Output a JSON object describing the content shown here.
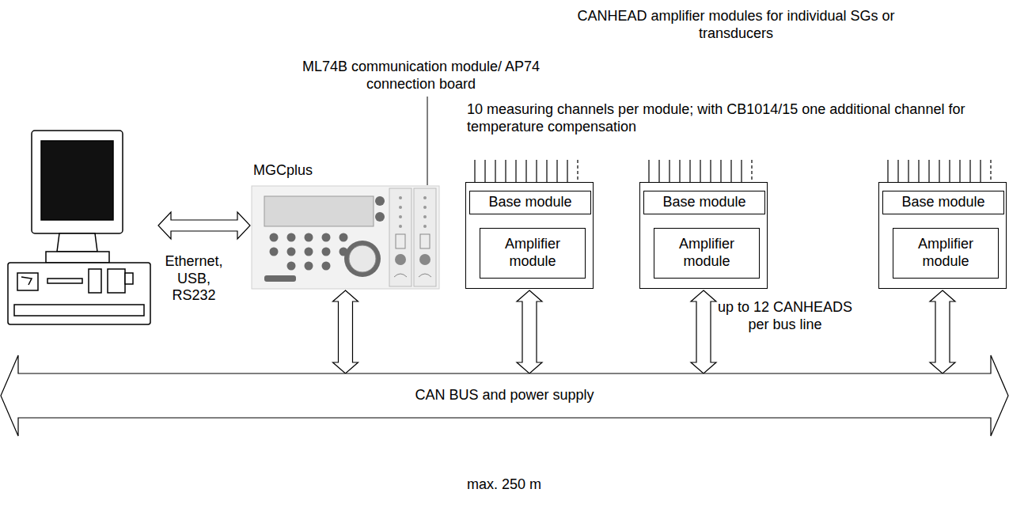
{
  "diagram": {
    "nodes": [
      {
        "text": [
          "MGCplus"
        ]
      },
      {
        "text": []
      },
      {
        "text": [
          "Base module"
        ],
        "in": 1
      },
      {
        "text": [
          "Amplifier module"
        ],
        "in": 1
      },
      {
        "text": []
      },
      {
        "text": [
          "Base module"
        ],
        "in": 4
      },
      {
        "text": [
          "Amplifier module"
        ],
        "in": 4
      },
      {
        "text": []
      },
      {
        "text": [
          "Base module"
        ],
        "in": 7
      },
      {
        "text": [
          "Amplifier module"
        ],
        "in": 7
      },
      {
        "text": [
          "CAN BUS and power supply"
        ]
      }
    ],
    "edges": [
      {
        "from": 0,
        "to": 10,
        "arrow": "both"
      },
      {
        "from": 1,
        "to": 10,
        "arrow": "both"
      },
      {
        "from": 4,
        "to": 10,
        "arrow": "both"
      },
      {
        "from": 7,
        "to": 10,
        "arrow": "both"
      }
    ],
    "labels": [
      "CANHEAD amplifier modules for individual SGs or transducers",
      "ML74B communication module/ AP74 connection board",
      "10 measuring channels per module; with CB1014/15 one additional channel for temperature compensation",
      "Ethernet, USB, RS232",
      "up to 12 CANHEADS per bus line",
      "max. 250 m"
    ]
  }
}
